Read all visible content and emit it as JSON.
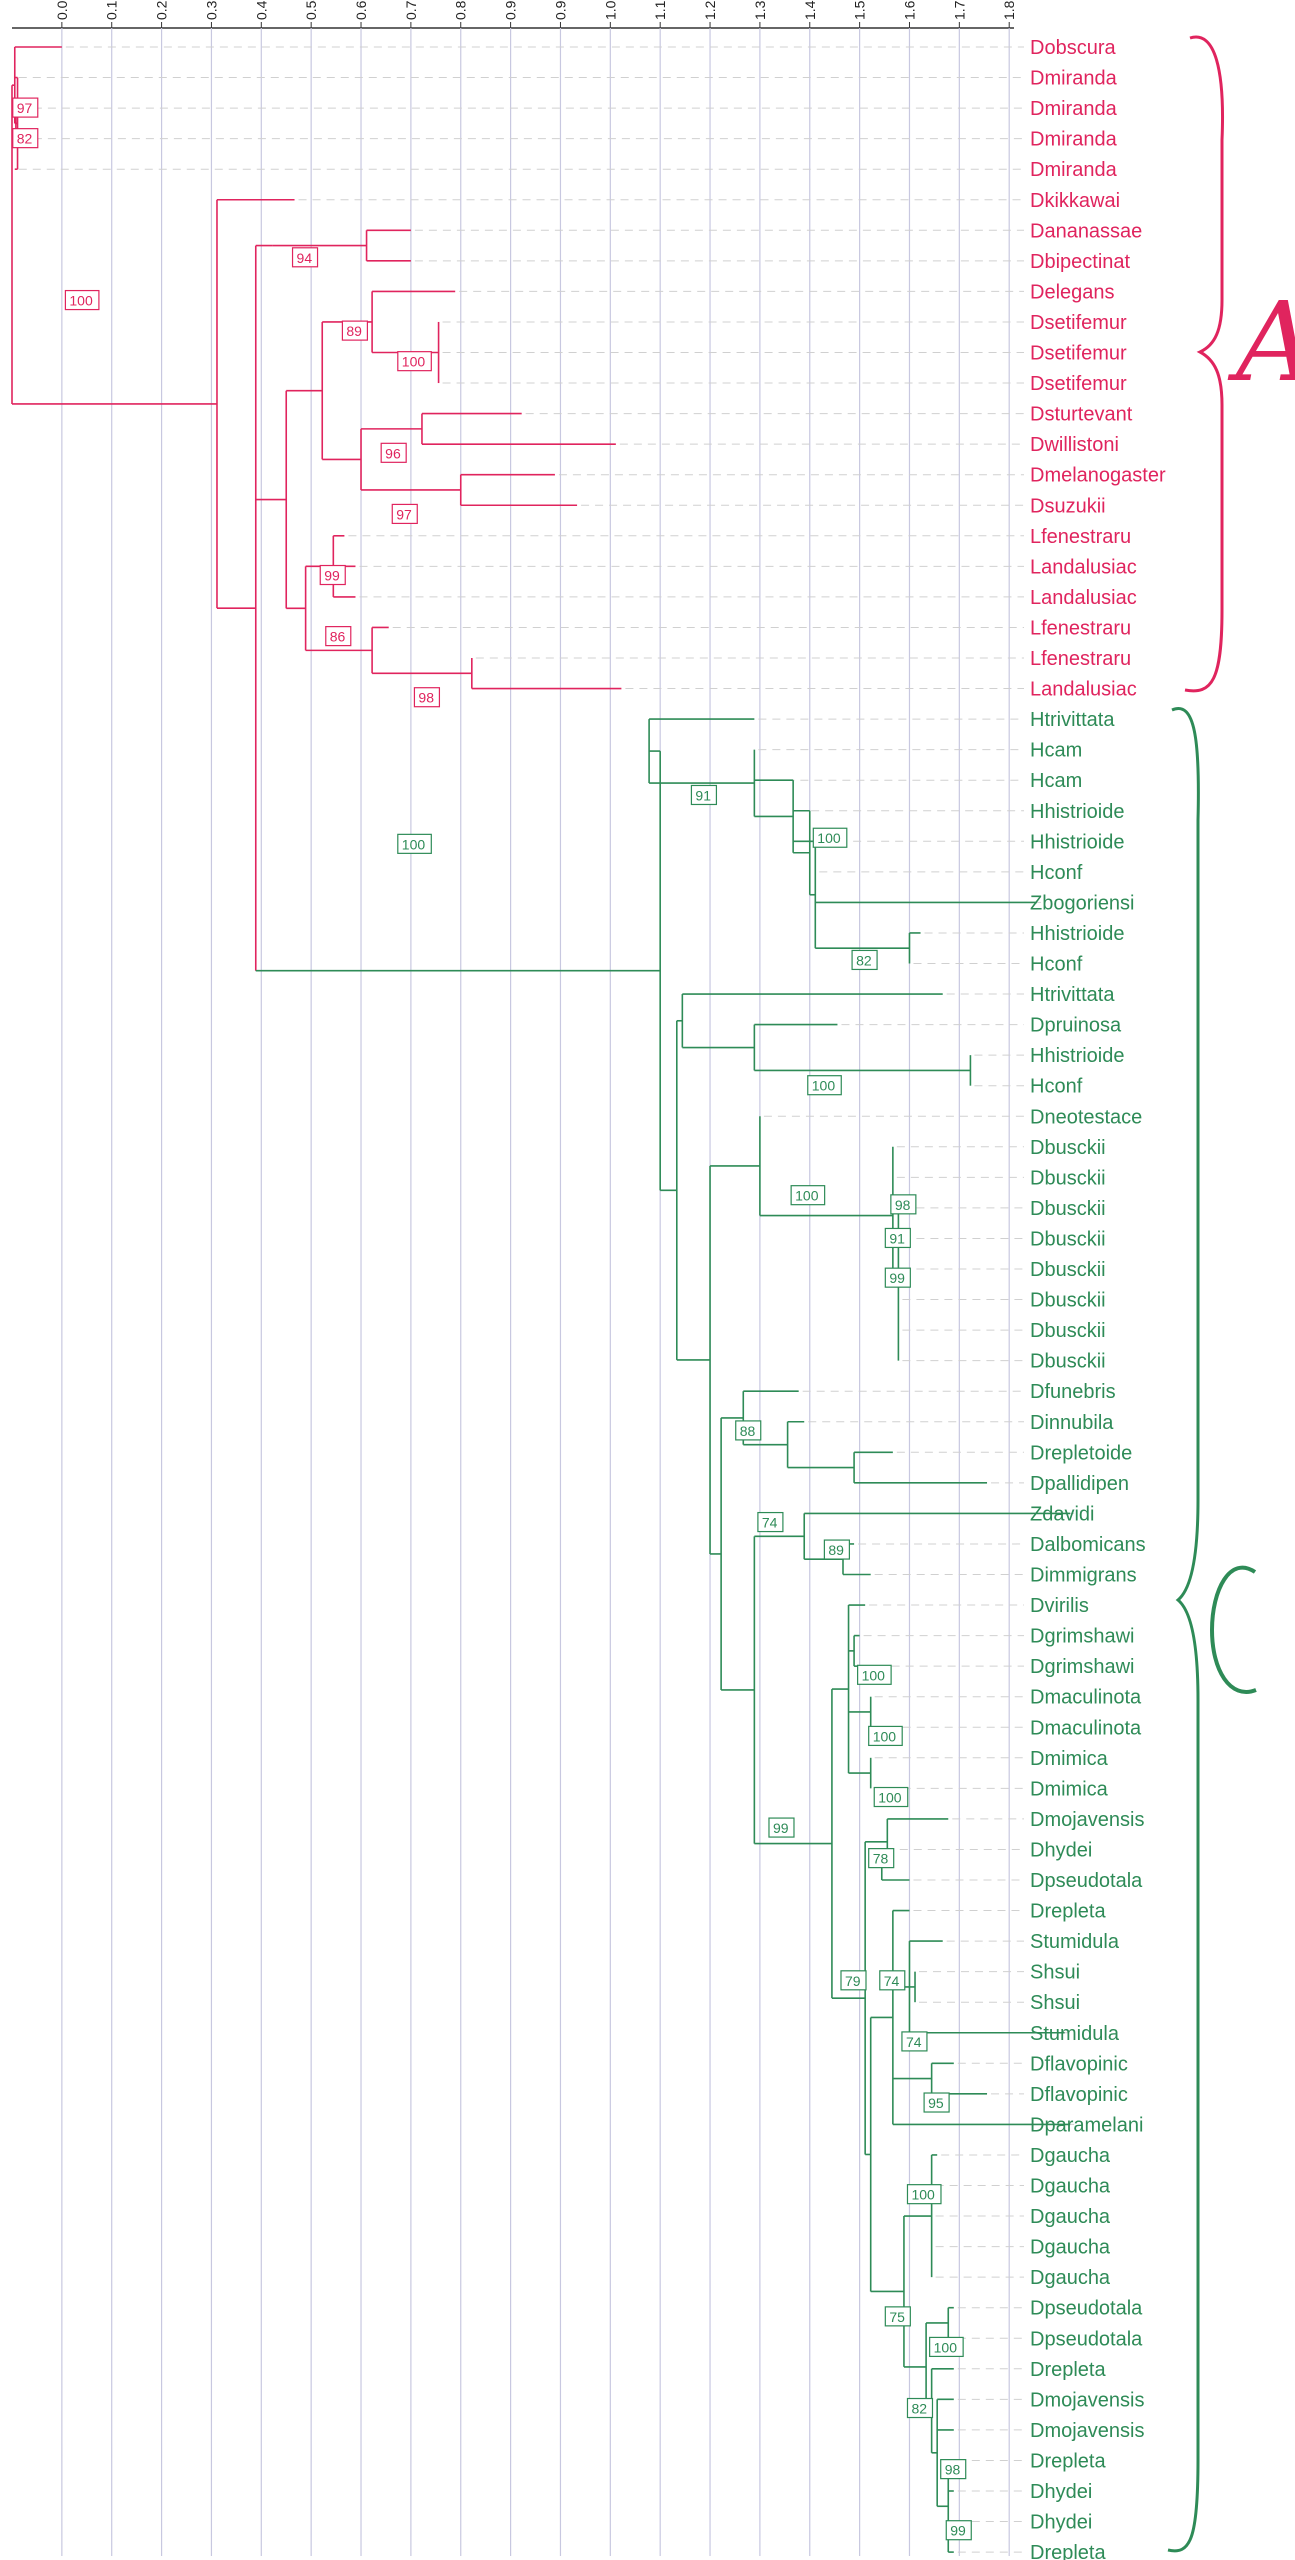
{
  "axis": {
    "ticks": [
      "0.09",
      "0.18",
      "0.27",
      "0.36",
      "0.45",
      "0.54",
      "0.63",
      "0.72",
      "0.81",
      "0.9",
      "0.99",
      "1.08",
      "1.17",
      "1.26",
      "1.35",
      "1.44",
      "1.53",
      "1.62",
      "1.71",
      "1.8"
    ]
  },
  "colors": {
    "cladeA": "#e0245e",
    "cladeC": "#2e8b57",
    "grid": "#c8c8e0",
    "guide": "#d0d0d0"
  },
  "clade_labels": {
    "A": "A",
    "C": "C"
  },
  "taxa": [
    {
      "name": "Dobscura",
      "clade": "A"
    },
    {
      "name": "Dmiranda",
      "clade": "A"
    },
    {
      "name": "Dmiranda",
      "clade": "A"
    },
    {
      "name": "Dmiranda",
      "clade": "A"
    },
    {
      "name": "Dmiranda",
      "clade": "A"
    },
    {
      "name": "Dkikkawai",
      "clade": "A"
    },
    {
      "name": "Dananassae",
      "clade": "A"
    },
    {
      "name": "Dbipectinat",
      "clade": "A"
    },
    {
      "name": "Delegans",
      "clade": "A"
    },
    {
      "name": "Dsetifemur",
      "clade": "A"
    },
    {
      "name": "Dsetifemur",
      "clade": "A"
    },
    {
      "name": "Dsetifemur",
      "clade": "A"
    },
    {
      "name": "Dsturtevant",
      "clade": "A"
    },
    {
      "name": "Dwillistoni",
      "clade": "A"
    },
    {
      "name": "Dmelanogaster",
      "clade": "A"
    },
    {
      "name": "Dsuzukii",
      "clade": "A"
    },
    {
      "name": "Lfenestraru",
      "clade": "A"
    },
    {
      "name": "Landalusiac",
      "clade": "A"
    },
    {
      "name": "Landalusiac",
      "clade": "A"
    },
    {
      "name": "Lfenestraru",
      "clade": "A"
    },
    {
      "name": "Lfenestraru",
      "clade": "A"
    },
    {
      "name": "Landalusiac",
      "clade": "A"
    },
    {
      "name": "Htrivittata",
      "clade": "C"
    },
    {
      "name": "Hcam",
      "clade": "C"
    },
    {
      "name": "Hcam",
      "clade": "C"
    },
    {
      "name": "Hhistrioide",
      "clade": "C"
    },
    {
      "name": "Hhistrioide",
      "clade": "C"
    },
    {
      "name": "Hconf",
      "clade": "C"
    },
    {
      "name": "Zbogoriensi",
      "clade": "C"
    },
    {
      "name": "Hhistrioide",
      "clade": "C"
    },
    {
      "name": "Hconf",
      "clade": "C"
    },
    {
      "name": "Htrivittata",
      "clade": "C"
    },
    {
      "name": "Dpruinosa",
      "clade": "C"
    },
    {
      "name": "Hhistrioide",
      "clade": "C"
    },
    {
      "name": "Hconf",
      "clade": "C"
    },
    {
      "name": "Dneotestace",
      "clade": "C"
    },
    {
      "name": "Dbusckii",
      "clade": "C"
    },
    {
      "name": "Dbusckii",
      "clade": "C"
    },
    {
      "name": "Dbusckii",
      "clade": "C"
    },
    {
      "name": "Dbusckii",
      "clade": "C"
    },
    {
      "name": "Dbusckii",
      "clade": "C"
    },
    {
      "name": "Dbusckii",
      "clade": "C"
    },
    {
      "name": "Dbusckii",
      "clade": "C"
    },
    {
      "name": "Dbusckii",
      "clade": "C"
    },
    {
      "name": "Dfunebris",
      "clade": "C"
    },
    {
      "name": "Dinnubila",
      "clade": "C"
    },
    {
      "name": "Drepletoide",
      "clade": "C"
    },
    {
      "name": "Dpallidipen",
      "clade": "C"
    },
    {
      "name": "Zdavidi",
      "clade": "C"
    },
    {
      "name": "Dalbomicans",
      "clade": "C"
    },
    {
      "name": "Dimmigrans",
      "clade": "C"
    },
    {
      "name": "Dvirilis",
      "clade": "C"
    },
    {
      "name": "Dgrimshawi",
      "clade": "C"
    },
    {
      "name": "Dgrimshawi",
      "clade": "C"
    },
    {
      "name": "Dmaculinota",
      "clade": "C"
    },
    {
      "name": "Dmaculinota",
      "clade": "C"
    },
    {
      "name": "Dmimica",
      "clade": "C"
    },
    {
      "name": "Dmimica",
      "clade": "C"
    },
    {
      "name": "Dmojavensis",
      "clade": "C"
    },
    {
      "name": "Dhydei",
      "clade": "C"
    },
    {
      "name": "Dpseudotala",
      "clade": "C"
    },
    {
      "name": "Drepleta",
      "clade": "C"
    },
    {
      "name": "Stumidula",
      "clade": "C"
    },
    {
      "name": "Shsui",
      "clade": "C"
    },
    {
      "name": "Shsui",
      "clade": "C"
    },
    {
      "name": "Stumidula",
      "clade": "C"
    },
    {
      "name": "Dflavopinic",
      "clade": "C"
    },
    {
      "name": "Dflavopinic",
      "clade": "C"
    },
    {
      "name": "Dparamelani",
      "clade": "C"
    },
    {
      "name": "Dgaucha",
      "clade": "C"
    },
    {
      "name": "Dgaucha",
      "clade": "C"
    },
    {
      "name": "Dgaucha",
      "clade": "C"
    },
    {
      "name": "Dgaucha",
      "clade": "C"
    },
    {
      "name": "Dgaucha",
      "clade": "C"
    },
    {
      "name": "Dpseudotala",
      "clade": "C"
    },
    {
      "name": "Dpseudotala",
      "clade": "C"
    },
    {
      "name": "Drepleta",
      "clade": "C"
    },
    {
      "name": "Dmojavensis",
      "clade": "C"
    },
    {
      "name": "Dmojavensis",
      "clade": "C"
    },
    {
      "name": "Drepleta",
      "clade": "C"
    },
    {
      "name": "Dhydei",
      "clade": "C"
    },
    {
      "name": "Dhydei",
      "clade": "C"
    },
    {
      "name": "Drepleta",
      "clade": "C"
    }
  ],
  "bootstrap": [
    {
      "value": "97",
      "clade": "A",
      "x": 0.005,
      "row": 2
    },
    {
      "value": "82",
      "clade": "A",
      "x": 0.005,
      "row": 3
    },
    {
      "value": "100",
      "clade": "A",
      "x": 0.1,
      "row": 8.3
    },
    {
      "value": "94",
      "clade": "A",
      "x": 0.51,
      "row": 6.9
    },
    {
      "value": "89",
      "clade": "A",
      "x": 0.6,
      "row": 9.3
    },
    {
      "value": "100",
      "clade": "A",
      "x": 0.7,
      "row": 10.3
    },
    {
      "value": "96",
      "clade": "A",
      "x": 0.67,
      "row": 13.3
    },
    {
      "value": "97",
      "clade": "A",
      "x": 0.69,
      "row": 15.3
    },
    {
      "value": "99",
      "clade": "A",
      "x": 0.56,
      "row": 17.3
    },
    {
      "value": "86",
      "clade": "A",
      "x": 0.57,
      "row": 19.3
    },
    {
      "value": "98",
      "clade": "A",
      "x": 0.73,
      "row": 21.3
    },
    {
      "value": "100",
      "clade": "C",
      "x": 0.7,
      "row": 26.1
    },
    {
      "value": "91",
      "clade": "C",
      "x": 1.23,
      "row": 24.5
    },
    {
      "value": "100",
      "clade": "C",
      "x": 1.45,
      "row": 25.9
    },
    {
      "value": "82",
      "clade": "C",
      "x": 1.52,
      "row": 29.9
    },
    {
      "value": "100",
      "clade": "C",
      "x": 1.44,
      "row": 34.0
    },
    {
      "value": "100",
      "clade": "C",
      "x": 1.41,
      "row": 37.6
    },
    {
      "value": "98",
      "clade": "C",
      "x": 1.59,
      "row": 37.9
    },
    {
      "value": "91",
      "clade": "C",
      "x": 1.58,
      "row": 39.0
    },
    {
      "value": "99",
      "clade": "C",
      "x": 1.58,
      "row": 40.3
    },
    {
      "value": "88",
      "clade": "C",
      "x": 1.31,
      "row": 45.3
    },
    {
      "value": "74",
      "clade": "C",
      "x": 1.35,
      "row": 48.3
    },
    {
      "value": "89",
      "clade": "C",
      "x": 1.47,
      "row": 49.2
    },
    {
      "value": "100",
      "clade": "C",
      "x": 1.53,
      "row": 53.3
    },
    {
      "value": "100",
      "clade": "C",
      "x": 1.55,
      "row": 55.3
    },
    {
      "value": "100",
      "clade": "C",
      "x": 1.56,
      "row": 57.3
    },
    {
      "value": "99",
      "clade": "C",
      "x": 1.37,
      "row": 58.3
    },
    {
      "value": "78",
      "clade": "C",
      "x": 1.55,
      "row": 59.3
    },
    {
      "value": "79",
      "clade": "C",
      "x": 1.5,
      "row": 63.3
    },
    {
      "value": "74",
      "clade": "C",
      "x": 1.57,
      "row": 63.3
    },
    {
      "value": "74",
      "clade": "C",
      "x": 1.61,
      "row": 65.3
    },
    {
      "value": "95",
      "clade": "C",
      "x": 1.65,
      "row": 67.3
    },
    {
      "value": "100",
      "clade": "C",
      "x": 1.62,
      "row": 70.3
    },
    {
      "value": "75",
      "clade": "C",
      "x": 1.58,
      "row": 74.3
    },
    {
      "value": "100",
      "clade": "C",
      "x": 1.66,
      "row": 75.3
    },
    {
      "value": "82",
      "clade": "C",
      "x": 1.62,
      "row": 77.3
    },
    {
      "value": "98",
      "clade": "C",
      "x": 1.68,
      "row": 79.3
    },
    {
      "value": "99",
      "clade": "C",
      "x": 1.69,
      "row": 81.3
    }
  ]
}
